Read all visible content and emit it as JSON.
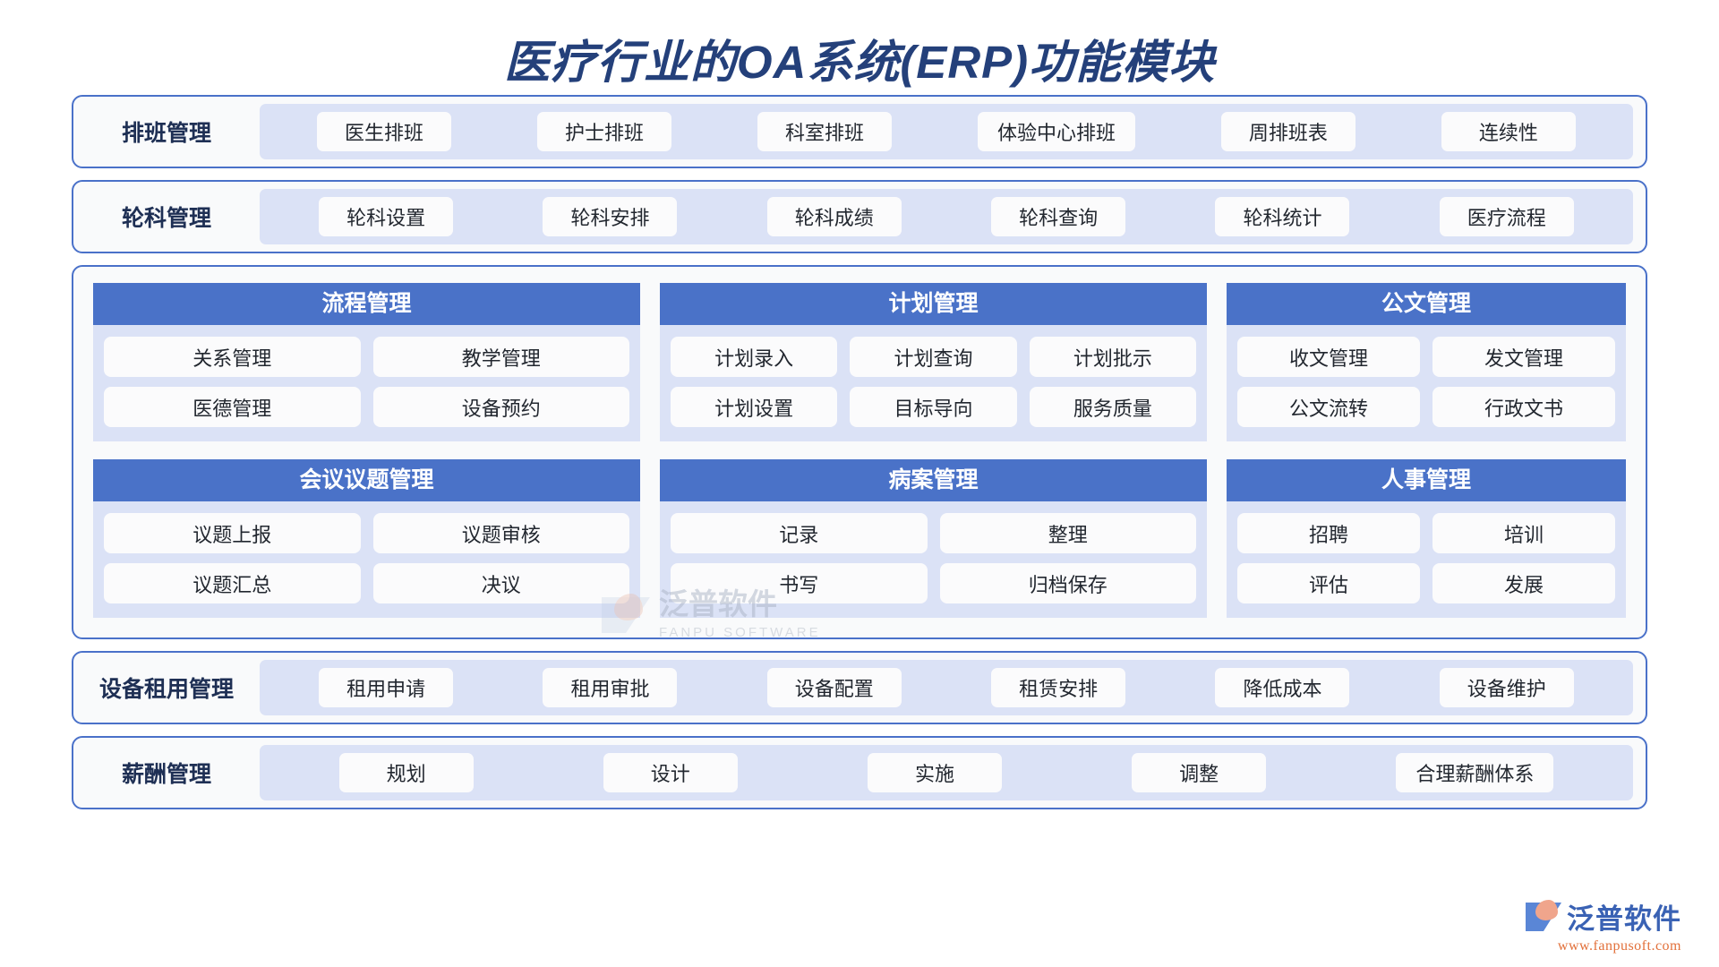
{
  "title": "医疗行业的OA系统(ERP)功能模块",
  "colors": {
    "title": "#24407a",
    "border": "#4a71c9",
    "header_bar": "#4a72c8",
    "strip": "#dbe2f6",
    "pill": "#fbfbfc",
    "brand_blue": "#3a62b4",
    "brand_orange": "#e2703a"
  },
  "bands_top": [
    {
      "label": "排班管理",
      "items": [
        "医生排班",
        "护士排班",
        "科室排班",
        "体验中心排班",
        "周排班表",
        "连续性"
      ]
    },
    {
      "label": "轮科管理",
      "items": [
        "轮科设置",
        "轮科安排",
        "轮科成绩",
        "轮科查询",
        "轮科统计",
        "医疗流程"
      ]
    }
  ],
  "mid": {
    "row1": [
      {
        "title": "流程管理",
        "width": "wide",
        "lines": [
          [
            "关系管理",
            "教学管理"
          ],
          [
            "医德管理",
            "设备预约"
          ]
        ]
      },
      {
        "title": "计划管理",
        "width": "wide",
        "lines": [
          [
            "计划录入",
            "计划查询",
            "计划批示"
          ],
          [
            "计划设置",
            "目标导向",
            "服务质量"
          ]
        ]
      },
      {
        "title": "公文管理",
        "width": "narrow",
        "lines": [
          [
            "收文管理",
            "发文管理"
          ],
          [
            "公文流转",
            "行政文书"
          ]
        ]
      }
    ],
    "row2": [
      {
        "title": "会议议题管理",
        "width": "wide",
        "lines": [
          [
            "议题上报",
            "议题审核"
          ],
          [
            "议题汇总",
            "决议"
          ]
        ]
      },
      {
        "title": "病案管理",
        "width": "wide",
        "lines": [
          [
            "记录",
            "整理"
          ],
          [
            "书写",
            "归档保存"
          ]
        ]
      },
      {
        "title": "人事管理",
        "width": "narrow",
        "lines": [
          [
            "招聘",
            "培训"
          ],
          [
            "评估",
            "发展"
          ]
        ]
      }
    ]
  },
  "bands_bottom": [
    {
      "label": "设备租用管理",
      "items": [
        "租用申请",
        "租用审批",
        "设备配置",
        "租赁安排",
        "降低成本",
        "设备维护"
      ]
    },
    {
      "label": "薪酬管理",
      "items": [
        "规划",
        "设计",
        "实施",
        "调整",
        "合理薪酬体系"
      ]
    }
  ],
  "watermark": {
    "cn": "泛普软件",
    "en": "FANPU SOFTWARE"
  },
  "brand": {
    "cn": "泛普软件",
    "url": "www.fanpusoft.com"
  }
}
